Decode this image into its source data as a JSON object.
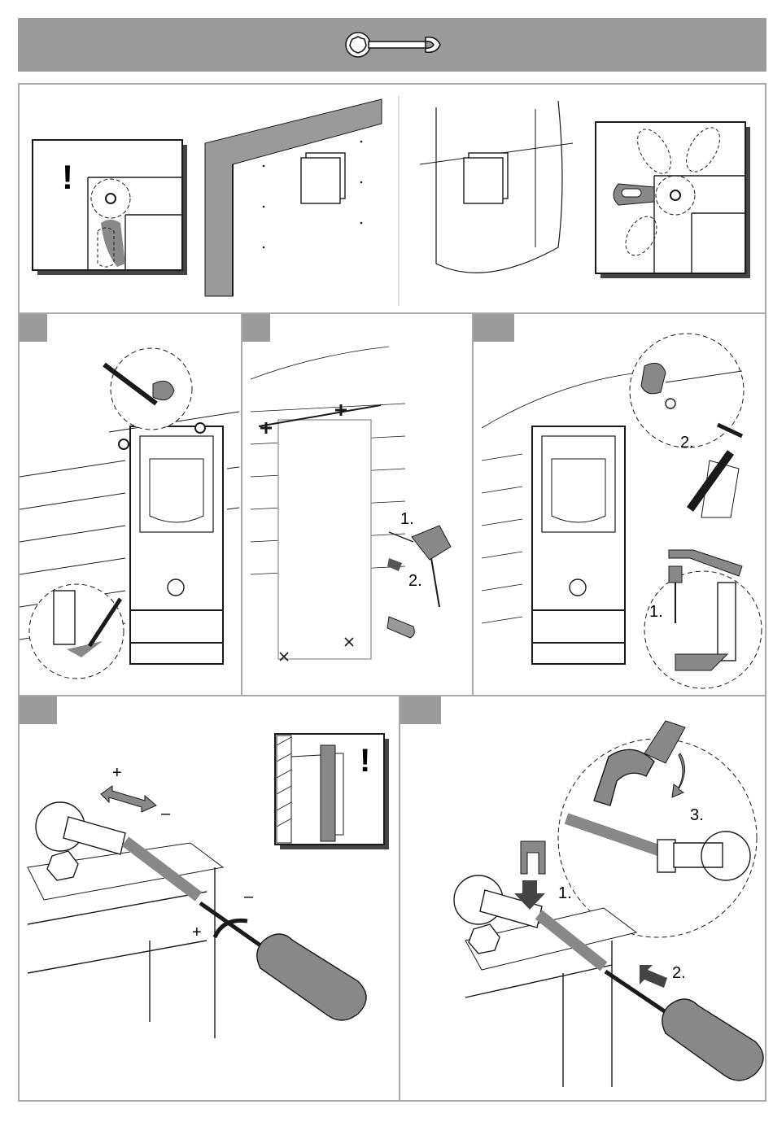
{
  "header": {
    "icon": "wrench-icon"
  },
  "step_frame": {
    "label_1": "1.",
    "label_2": "2."
  },
  "step_screw": {
    "label_1": "1.",
    "label_2": "2."
  },
  "step_mount": {
    "label_1": "1.",
    "label_2": "2."
  },
  "step_adjust": {
    "plus_top": "+",
    "minus_top": "–",
    "minus_right": "–",
    "plus_bottom": "+",
    "warning_mark": "!"
  },
  "step_fix": {
    "label_1": "1.",
    "label_2": "2.",
    "label_3": "3."
  },
  "intro": {
    "warning_mark": "!"
  },
  "colors": {
    "tab_gray": "#9b9b9b",
    "line": "#1a1a1a",
    "frame_border": "#a9a9a9"
  }
}
